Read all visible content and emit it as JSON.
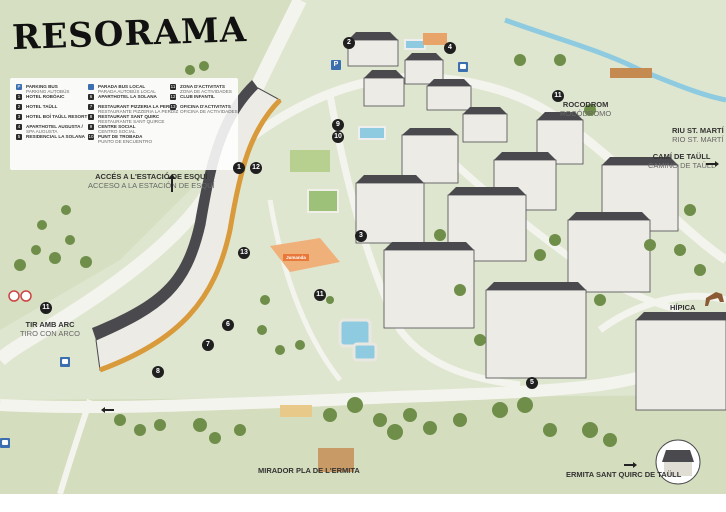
{
  "title": "RESORAMA",
  "legend": {
    "items": [
      {
        "key": "P",
        "ca": "PARKING BUS",
        "es": "PARKING AUTOBÚS"
      },
      {
        "key": "1",
        "ca": "HOTEL ROBÓAIC",
        "es": ""
      },
      {
        "key": "2",
        "ca": "HOTEL TAÜLL",
        "es": ""
      },
      {
        "key": "3",
        "ca": "HOTEL BOÍ TAÜLL RESORT",
        "es": ""
      },
      {
        "key": "4",
        "ca": "APARTHOTEL AUGUSTA /",
        "es": "SPA AUGUSTA"
      },
      {
        "key": "5",
        "ca": "RESIDENCIAL LA SOLANA",
        "es": ""
      },
      {
        "key": "",
        "ca": "PARADA BUS LOCAL",
        "es": "PARADA AUTOBÚS LOCAL"
      },
      {
        "key": "6",
        "ca": "APARTHOTEL LA SOLANA",
        "es": ""
      },
      {
        "key": "7",
        "ca": "RESTAURANT PIZZERIA LA PERDIU",
        "es": "RESTAURANTE PIZZERIA LA PERDIZ"
      },
      {
        "key": "8",
        "ca": "RESTAURANT SANT QUIRC",
        "es": "RESTAURANTE SANT QUIRCE"
      },
      {
        "key": "9",
        "ca": "CENTRE SOCIAL",
        "es": "CENTRO SOCIAL"
      },
      {
        "key": "10",
        "ca": "PUNT DE TROBADA",
        "es": "PUNTO DE ENCUENTRO"
      },
      {
        "key": "11",
        "ca": "ZONA D'ACTIVITATS",
        "es": "ZONA DE ACTIVIDADES"
      },
      {
        "key": "12",
        "ca": "CLUB INFANTIL",
        "es": ""
      },
      {
        "key": "13",
        "ca": "OFICINA D'ACTIVITATS",
        "es": "OFICINA DE ACTIVIDADES"
      }
    ]
  },
  "places": {
    "ski": {
      "ca": "ACCÉS A L'ESTACIÓ DE ESQUÍ",
      "es": "ACCESO A LA ESTACIÓN DE ESQUÍ"
    },
    "rocodrom": {
      "ca": "ROCODROM",
      "es": "ROCÓDROMO"
    },
    "riu": {
      "ca": "RIU ST. MARTÍ",
      "es": "RIO ST. MARTÍ"
    },
    "cami": {
      "ca": "CAMÍ DE TAÜLL",
      "es": "CAMINO DE TAÜLL"
    },
    "hipica": {
      "ca": "HÍPICA"
    },
    "tir": {
      "ca": "TIR AMB ARC",
      "es": "TIRO CON ARCO"
    },
    "mirador": {
      "ca": "MIRADOR",
      "es": "PLA DE L'ERMITA"
    },
    "ermita": {
      "ca": "ERMITA SANT QUIRC",
      "es": "DE TAÜLL"
    },
    "sign": "Jumanda"
  },
  "markers": {
    "m1": "1",
    "m2": "2",
    "m3": "3",
    "m4": "4",
    "m5": "5",
    "m6": "6",
    "m7": "7",
    "m8": "8",
    "m9": "9",
    "m10": "10",
    "m11a": "11",
    "m11b": "11",
    "m11c": "11",
    "m12": "12",
    "m13": "13",
    "p": "P"
  },
  "colors": {
    "ground": "#dfe6cf",
    "road": "#f4f4ee",
    "tree": "#6f8e4a",
    "building": "#ecebe6",
    "roof": "#4a4a4e",
    "water": "#8fcbe0"
  }
}
